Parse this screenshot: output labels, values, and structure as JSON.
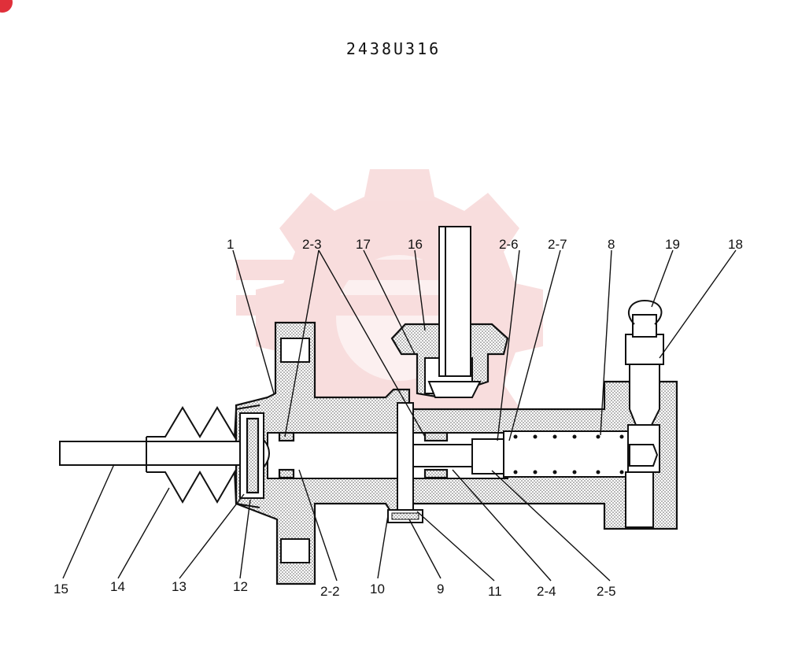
{
  "drawing_code": "2438U316",
  "watermark_color": "#f3c3c3",
  "badge_color": "#e0303a",
  "callouts": [
    {
      "id": "1",
      "text": "1"
    },
    {
      "id": "2-3",
      "text": "2-3"
    },
    {
      "id": "17",
      "text": "17"
    },
    {
      "id": "16",
      "text": "16"
    },
    {
      "id": "2-6",
      "text": "2-6"
    },
    {
      "id": "2-7",
      "text": "2-7"
    },
    {
      "id": "8",
      "text": "8"
    },
    {
      "id": "19",
      "text": "19"
    },
    {
      "id": "18",
      "text": "18"
    },
    {
      "id": "15",
      "text": "15"
    },
    {
      "id": "14",
      "text": "14"
    },
    {
      "id": "13",
      "text": "13"
    },
    {
      "id": "12",
      "text": "12"
    },
    {
      "id": "2-2",
      "text": "2-2"
    },
    {
      "id": "10",
      "text": "10"
    },
    {
      "id": "9",
      "text": "9"
    },
    {
      "id": "11",
      "text": "11"
    },
    {
      "id": "2-4",
      "text": "2-4"
    },
    {
      "id": "2-5",
      "text": "2-5"
    }
  ]
}
